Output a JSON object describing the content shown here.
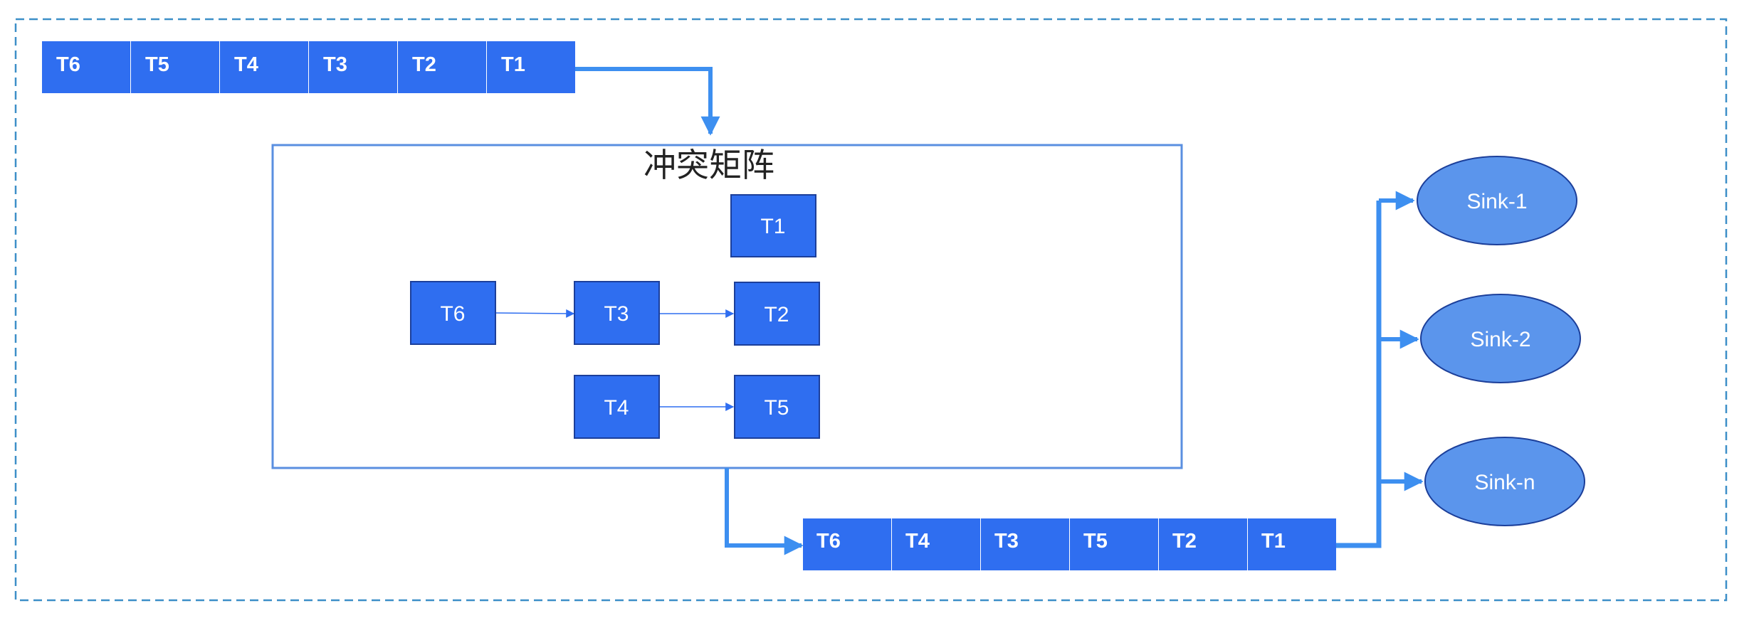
{
  "colors": {
    "block_blue": "#2f6ef0",
    "arrow_blue": "#3d8ff0",
    "sink_blue": "#5b95ec",
    "frame_blue": "#5a8fe0",
    "dashed_border": "#3d8fc8",
    "node_border": "#1c3f9a"
  },
  "input_queue": [
    "T6",
    "T5",
    "T4",
    "T3",
    "T2",
    "T1"
  ],
  "conflict_matrix": {
    "title": "冲突矩阵",
    "nodes": {
      "t1": "T1",
      "t6": "T6",
      "t3": "T3",
      "t2": "T2",
      "t4": "T4",
      "t5": "T5"
    }
  },
  "output_queue": [
    "T6",
    "T4",
    "T3",
    "T5",
    "T2",
    "T1"
  ],
  "sinks": [
    "Sink-1",
    "Sink-2",
    "Sink-n"
  ]
}
